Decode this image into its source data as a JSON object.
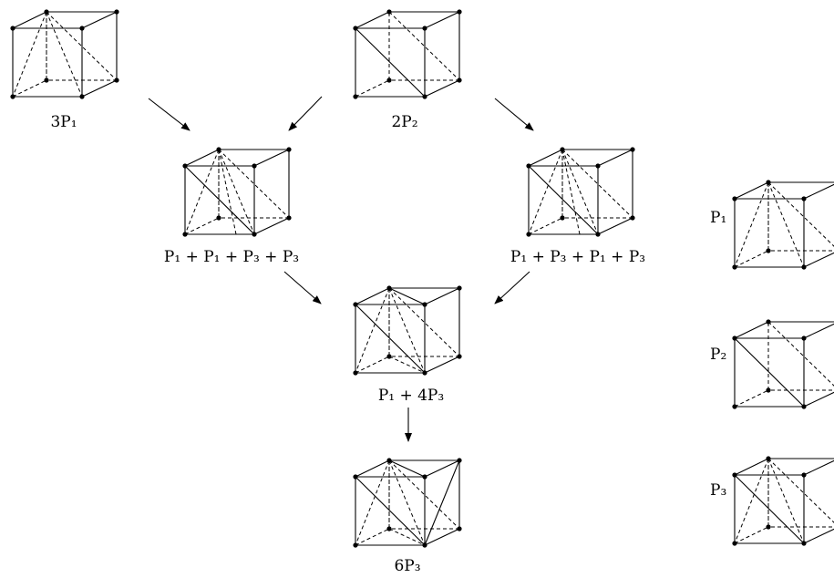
{
  "labels": {
    "a": "3P₁",
    "b": "2P₂",
    "c": "P₁ + P₁ + P₃ + P₃",
    "d": "P₁ + P₃ + P₁ + P₃",
    "e": "P₁ + 4P₃",
    "f": "6P₃"
  },
  "legend": {
    "p1": "P₁",
    "p2": "P₂",
    "p3": "P₃"
  }
}
